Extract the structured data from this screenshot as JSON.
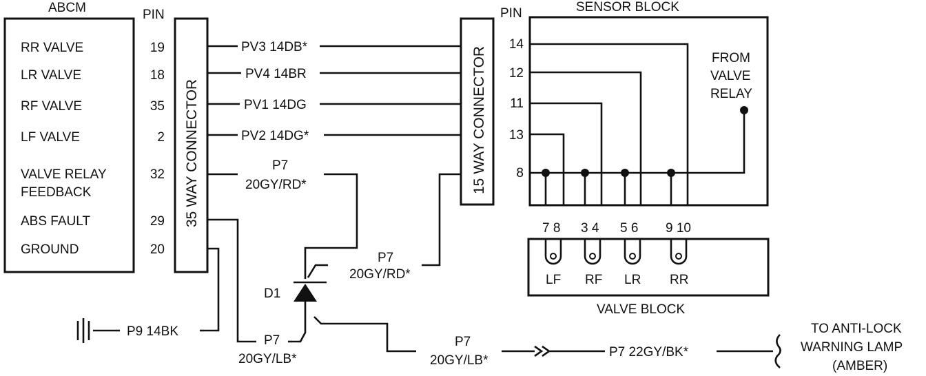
{
  "abcm": {
    "title": "ABCM",
    "pin_header": "PIN",
    "rows": [
      {
        "label": "RR VALVE",
        "pin": "19"
      },
      {
        "label": "LR VALVE",
        "pin": "18"
      },
      {
        "label": "RF VALVE",
        "pin": "35"
      },
      {
        "label": "LF VALVE",
        "pin": "2"
      },
      {
        "label": "VALVE RELAY",
        "label2": "FEEDBACK",
        "pin": "32"
      },
      {
        "label": "ABS FAULT",
        "pin": "29"
      },
      {
        "label": "GROUND",
        "pin": "20"
      }
    ]
  },
  "connector_35": "35 WAY CONNECTOR",
  "connector_15": "15 WAY CONNECTOR",
  "wires": {
    "pv3": "PV3 14DB*",
    "pv4": "PV4 14BR",
    "pv1": "PV1 14DG",
    "pv2": "PV2 14DG*",
    "p7_top_a": "P7",
    "p7_top_b": "20GY/RD*",
    "p7_mid_a": "P7",
    "p7_mid_b": "20GY/RD*",
    "p7_lb_a": "P7",
    "p7_lb_b": "20GY/LB*",
    "p7_lb2_a": "P7",
    "p7_lb2_b": "20GY/LB*",
    "p9": "P9 14BK",
    "p7_22": "P7 22GY/BK*"
  },
  "diode": "D1",
  "sensor_block": {
    "title": "SENSOR BLOCK",
    "pin_header": "PIN",
    "pins": [
      "14",
      "12",
      "11",
      "13",
      "8"
    ],
    "from_relay": [
      "FROM",
      "VALVE",
      "RELAY"
    ]
  },
  "valve_block": {
    "title": "VALVE BLOCK",
    "pin_pairs": [
      "7 8",
      "3 4",
      "5 6",
      "9 10"
    ],
    "wheels": [
      "LF",
      "RF",
      "LR",
      "RR"
    ]
  },
  "warning_lamp": [
    "TO ANTI-LOCK",
    "WARNING LAMP",
    "(AMBER)"
  ]
}
